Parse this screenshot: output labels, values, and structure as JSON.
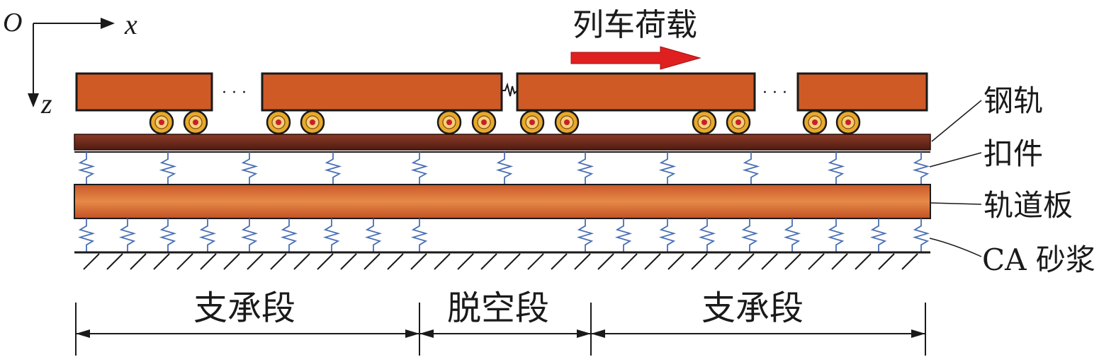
{
  "axes": {
    "origin": "O",
    "x_label": "x",
    "z_label": "z"
  },
  "load": {
    "label": "列车荷载"
  },
  "components": {
    "rail": "钢轨",
    "fastener": "扣件",
    "slab": "轨道板",
    "mortar": "CA 砂浆"
  },
  "segments": {
    "support_left": "支承段",
    "void": "脱空段",
    "support_right": "支承段"
  },
  "colors": {
    "car_body": "#cf5a26",
    "wheel": "#e8a82a",
    "rail": "#6e2b1c",
    "slab": "#de7a3c",
    "spring": "#4a6fb5",
    "load_arrow": "#e02020"
  },
  "ellipsis": "· · ·"
}
